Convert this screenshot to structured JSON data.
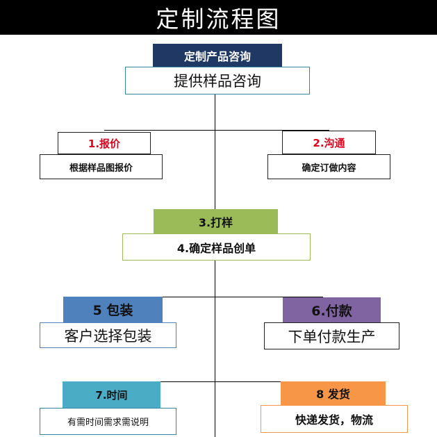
{
  "title": "定制流程图",
  "steps": {
    "consult_header": "定制产品咨询",
    "consult_body": "提供样品咨询",
    "s1_header": "1.报价",
    "s1_body": "根据样品图报价",
    "s2_header": "2.沟通",
    "s2_body": "确定订做内容",
    "s3_header": "3.打样",
    "s3_body": "4.确定样品创单",
    "s5_header": "5 包装",
    "s5_body": "客户选择包装",
    "s6_header": "6.付款",
    "s6_body": "下单付款生产",
    "s7_header": "7.时间",
    "s7_body": "有需时间需求需说明",
    "s8_header": "8 发货",
    "s8_body": "快递发货，物流"
  },
  "colors": {
    "title_bg": "#000000",
    "consult_header_bg": "#1f3864",
    "step_number_red": "#e0001b",
    "s3_header_bg": "#9bbb59",
    "s5_header_bg": "#4f81bd",
    "s6_header_bg": "#8064a2",
    "s7_header_bg": "#4bacc6",
    "s8_header_bg": "#f79646"
  }
}
